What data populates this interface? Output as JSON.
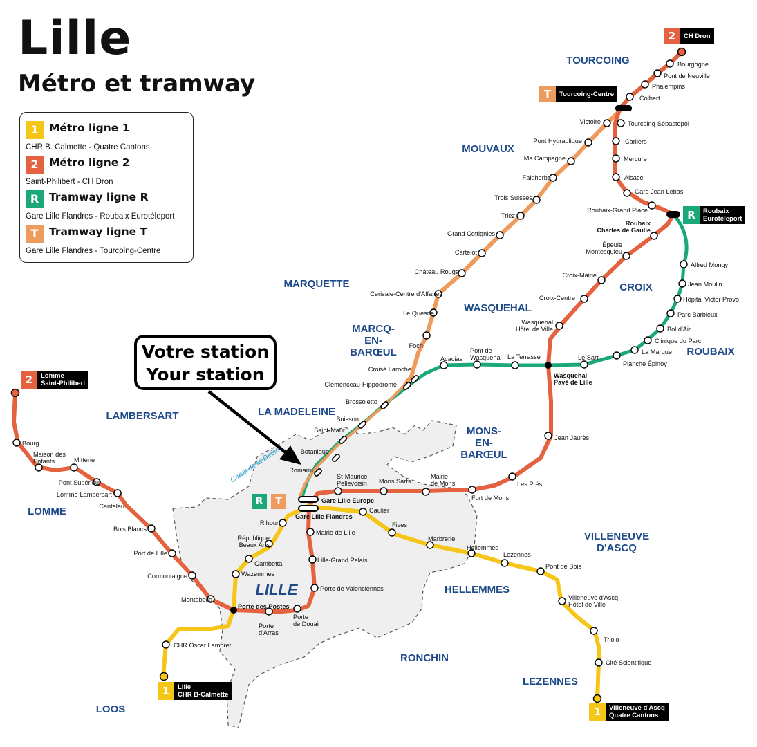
{
  "header": {
    "title": "Lille",
    "subtitle": "Métro et tramway"
  },
  "colors": {
    "line1": "#F5C518",
    "line2": "#E4623F",
    "lineR": "#1AA878",
    "lineT": "#EE9B5E",
    "district": "#1F4A8A",
    "canal": "#3AA0C8"
  },
  "legend": {
    "items": [
      {
        "badge": "1",
        "name": "Métro ligne 1",
        "route": "CHR B. Calmette - Quatre Cantons",
        "color": "#F5C518"
      },
      {
        "badge": "2",
        "name": "Métro ligne 2",
        "route": "Saint-Philibert - CH Dron",
        "color": "#E4623F"
      },
      {
        "badge": "R",
        "name": "Tramway ligne R",
        "route": "Gare Lille Flandres - Roubaix Eurotéleport",
        "color": "#1AA878"
      },
      {
        "badge": "T",
        "name": "Tramway ligne T",
        "route": "Gare Lille Flandres - Tourcoing-Centre",
        "color": "#EE9B5E"
      }
    ]
  },
  "callout": {
    "line1": "Votre station",
    "line2": "Your station"
  },
  "terminals": [
    {
      "id": "m2-chdron",
      "badge": "2",
      "line": "line2",
      "label": "CH Dron"
    },
    {
      "id": "t-tourcoing",
      "badge": "T",
      "line": "lineT",
      "label": "Tourcoing-Centre"
    },
    {
      "id": "r-roubaix",
      "badge": "R",
      "line": "lineR",
      "label": "Roubaix\nEurotéleport"
    },
    {
      "id": "m2-lomme",
      "badge": "2",
      "line": "line2",
      "label": "Lomme\nSaint-Philibert"
    },
    {
      "id": "m1-lille",
      "badge": "1",
      "line": "line1",
      "label": "Lille\nCHR B-Calmette"
    },
    {
      "id": "m1-villeneuve",
      "badge": "1",
      "line": "line1",
      "label": "Villeneuve d'Ascq\nQuatre Cantons"
    }
  ],
  "gare_badges": [
    "R",
    "T"
  ],
  "districts": [
    {
      "id": "tourcoing",
      "text": "TOURCOING"
    },
    {
      "id": "mouvaux",
      "text": "MOUVAUX"
    },
    {
      "id": "marquette",
      "text": "MARQUETTE"
    },
    {
      "id": "wasquehal",
      "text": "WASQUEHAL"
    },
    {
      "id": "croix",
      "text": "CROIX"
    },
    {
      "id": "roubaix",
      "text": "ROUBAIX"
    },
    {
      "id": "marcq",
      "text": "MARCQ-\nEN-\nBARŒUL"
    },
    {
      "id": "lamadeleine",
      "text": "LA MADELEINE"
    },
    {
      "id": "lambersart",
      "text": "LAMBERSART"
    },
    {
      "id": "mons",
      "text": "MONS-\nEN-\nBARŒUL"
    },
    {
      "id": "lomme",
      "text": "LOMME"
    },
    {
      "id": "villeneuve",
      "text": "VILLENEUVE\nD'ASCQ"
    },
    {
      "id": "hellemmes",
      "text": "HELLEMMES"
    },
    {
      "id": "lille",
      "text": "LILLE"
    },
    {
      "id": "ronchin",
      "text": "RONCHIN"
    },
    {
      "id": "lezennes",
      "text": "LEZENNES"
    },
    {
      "id": "loos",
      "text": "LOOS"
    }
  ],
  "canal": "Canal de la Deûle",
  "stations": {
    "line2": [
      "Bourgogne",
      "Pont de Neuville",
      "Phalempins",
      "Colbert",
      "Tourcoing-Sébastopol",
      "Carliers",
      "Mercure",
      "Alsace",
      "Gare Jean Lebas",
      "Roubaix-Grand Place",
      "Roubaix\nCharles de Gaulle",
      "Épeule\nMontesquieu",
      "Croix-Mairie",
      "Croix-Centre",
      "Wasquehal\nHôtel de Ville",
      "Wasquehal\nPavé de Lille",
      "Jean Jaurès",
      "Les Prés",
      "Fort de Mons",
      "Mairie\nde Mons",
      "Mons Sarts",
      "St-Maurice\nPellevoisin",
      "Gare Lille Europe",
      "Gare Lille Flandres",
      "Mairie de Lille",
      "Lille-Grand Palais",
      "Porte de Valenciennes",
      "Porte\nde Douai",
      "Porte\nd'Arras",
      "Porte des Postes",
      "Montebello",
      "Cormontaigne",
      "Port de Lille",
      "Bois Blancs",
      "Canteleu",
      "Lomme-Lambersart",
      "Pont Supérieur",
      "Mitterie",
      "Maison des\nEnfants",
      "Bourg"
    ],
    "lineT": [
      "Victoire",
      "Pont Hydraulique",
      "Ma Campagne",
      "Faidherbe",
      "Trois Suisses",
      "Triez",
      "Grand Cottignies",
      "Cartelot",
      "Château Rouge",
      "Cerisaie-Centre d'Affaires",
      "Le Quesne",
      "Foch"
    ],
    "lineR": [
      "Alfred Mongy",
      "Jean Moulin",
      "Hôpital Victor Provo",
      "Parc Barbieux",
      "Bol d'Air",
      "Clinique du Parc",
      "La Marque",
      "Planche Épinoy",
      "Le Sart",
      "La Terrasse",
      "Pont de\nWasquehal",
      "Acacias"
    ],
    "shared": [
      "Croisé Laroche",
      "Clemenceau-Hippodrome",
      "Brossoletto",
      "Buisson",
      "Saint-Maur",
      "Botanique",
      "Romarin"
    ],
    "line1": [
      "Caulier",
      "Fives",
      "Marbrerie",
      "Hellemmes",
      "Lezennes",
      "Pont de Bois",
      "Villeneuve d'Ascq\nHôtel de Ville",
      "Triolo",
      "Cité Scientifique",
      "Rihour",
      "République\nBeaux Arts",
      "Gambetta",
      "Wazemmes",
      "CHR Oscar Lambret"
    ]
  }
}
